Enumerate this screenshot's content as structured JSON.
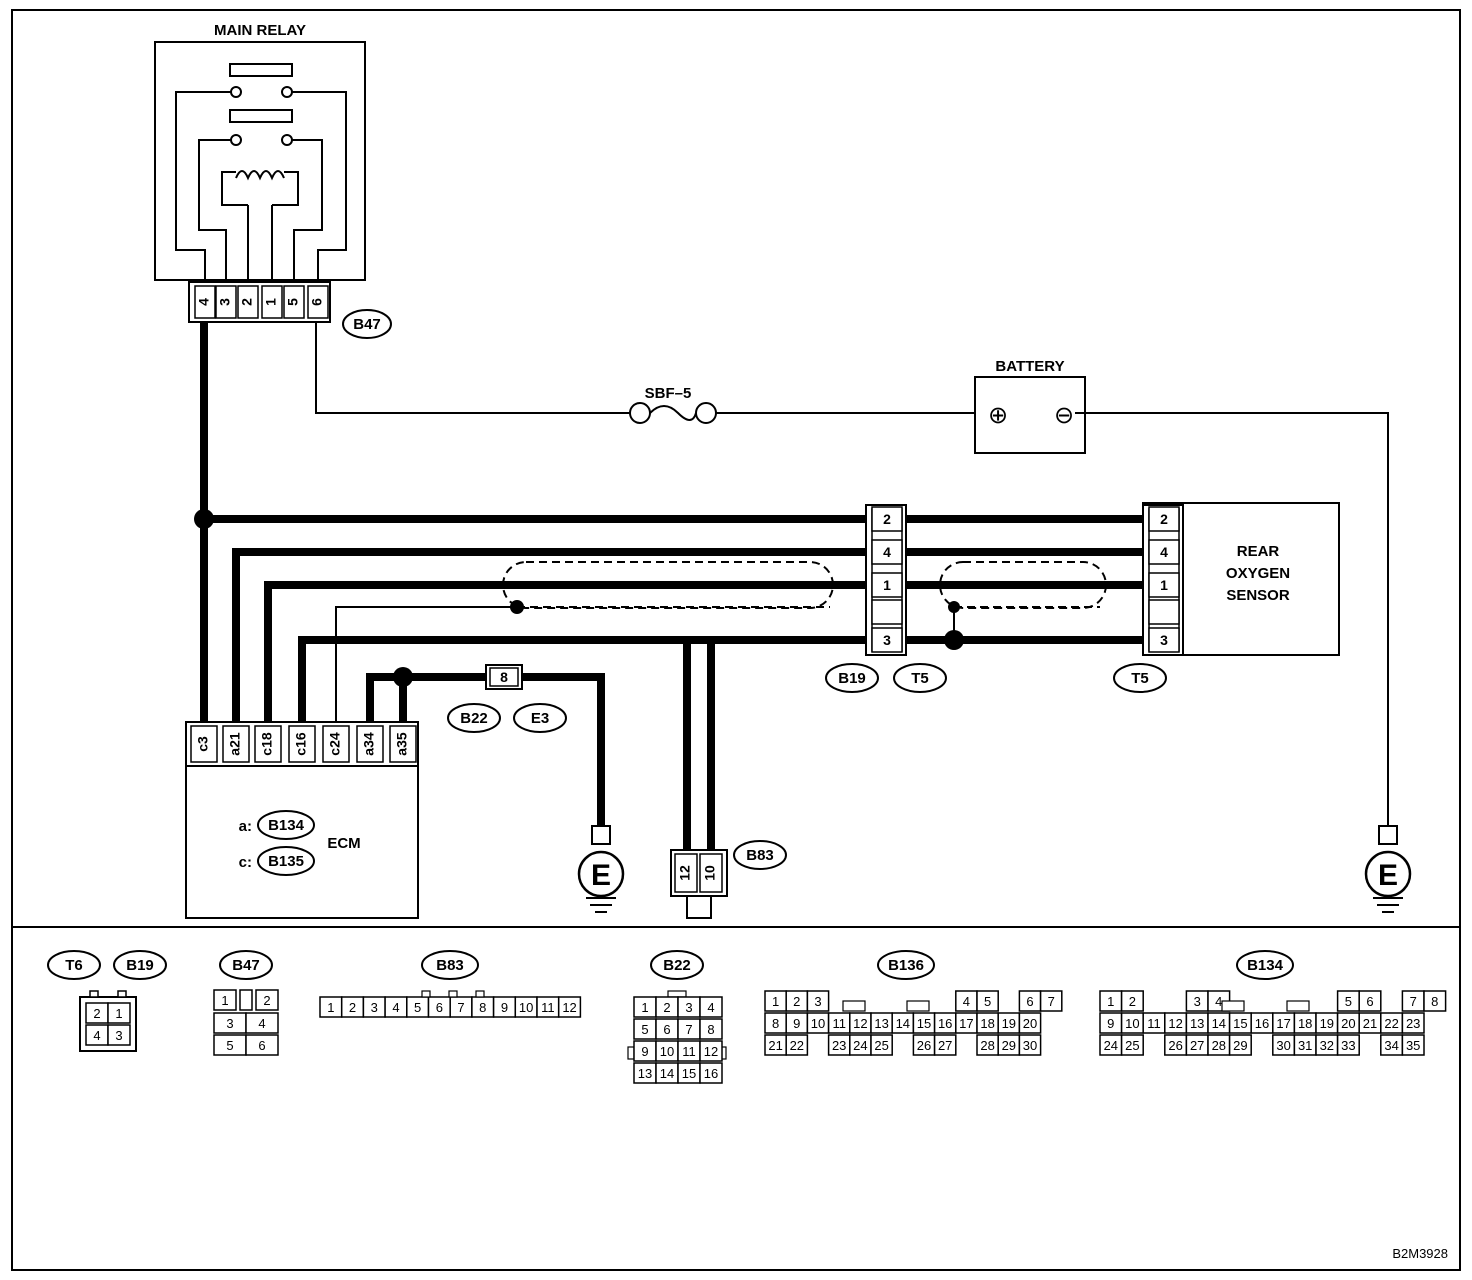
{
  "title": "",
  "figure_id": "B2M3928",
  "components": {
    "main_relay": {
      "label": "MAIN RELAY",
      "connector": "B47",
      "pins": [
        "4",
        "3",
        "2",
        "1",
        "5",
        "6"
      ]
    },
    "battery": {
      "label": "BATTERY",
      "plus": "⊕",
      "minus": "⊖"
    },
    "fuse": {
      "label": "SBF–5"
    },
    "rear_sensor": {
      "label_lines": [
        "REAR",
        "OXYGEN",
        "SENSOR"
      ],
      "connector": "T5",
      "pins": [
        "2",
        "4",
        "1",
        "",
        "3"
      ]
    },
    "inline_connector": {
      "pins": [
        "2",
        "4",
        "1",
        "",
        "3"
      ],
      "tags": [
        "B19",
        "T5"
      ]
    },
    "ecm": {
      "label": "ECM",
      "pins": [
        "c3",
        "a21",
        "c18",
        "c16",
        "c24",
        "a34",
        "a35"
      ],
      "a_prefix": "a:",
      "a_tag": "B134",
      "c_prefix": "c:",
      "c_tag": "B135"
    },
    "joint_connector": {
      "pin": "8",
      "tags": [
        "B22",
        "E3"
      ]
    },
    "b83_connector": {
      "pins": [
        "12",
        "10"
      ],
      "tag": "B83"
    },
    "ground": {
      "symbol": "E"
    }
  },
  "connector_tables": {
    "t6_b19": {
      "tags": [
        "T6",
        "B19"
      ],
      "rows": [
        [
          "2",
          "1"
        ],
        [
          "4",
          "3"
        ]
      ]
    },
    "b47": {
      "tag": "B47",
      "rows": [
        [
          "1",
          "",
          "2"
        ],
        [
          "3",
          "4"
        ],
        [
          "5",
          "6"
        ]
      ]
    },
    "b83": {
      "tag": "B83",
      "cells": [
        "1",
        "2",
        "3",
        "4",
        "5",
        "6",
        "7",
        "8",
        "9",
        "10",
        "11",
        "12"
      ]
    },
    "b22": {
      "tag": "B22",
      "rows": [
        [
          "1",
          "2",
          "3",
          "4"
        ],
        [
          "5",
          "6",
          "7",
          "8"
        ],
        [
          "9",
          "10",
          "11",
          "12"
        ],
        [
          "13",
          "14",
          "15",
          "16"
        ]
      ]
    },
    "b136": {
      "tag": "B136",
      "rows": [
        [
          "1",
          "2",
          "3",
          "",
          "",
          "",
          "",
          "",
          "",
          "4",
          "5",
          "",
          "6",
          "7"
        ],
        [
          "8",
          "9",
          "10",
          "11",
          "12",
          "13",
          "14",
          "15",
          "16",
          "17",
          "18",
          "19",
          "20"
        ],
        [
          "21",
          "22",
          "",
          "23",
          "24",
          "25",
          "",
          "26",
          "27",
          "",
          "28",
          "29",
          "30"
        ]
      ]
    },
    "b134": {
      "tag": "B134",
      "rows": [
        [
          "1",
          "2",
          "",
          "",
          "3",
          "4",
          "",
          "",
          "",
          "",
          "",
          "5",
          "6",
          "",
          "7",
          "8"
        ],
        [
          "9",
          "10",
          "11",
          "12",
          "13",
          "14",
          "15",
          "16",
          "17",
          "18",
          "19",
          "20",
          "21",
          "22",
          "23"
        ],
        [
          "24",
          "25",
          "",
          "26",
          "27",
          "28",
          "29",
          "",
          "30",
          "31",
          "32",
          "33",
          "",
          "34",
          "35"
        ]
      ]
    }
  },
  "colors": {
    "line": "#000000",
    "background": "#ffffff"
  }
}
